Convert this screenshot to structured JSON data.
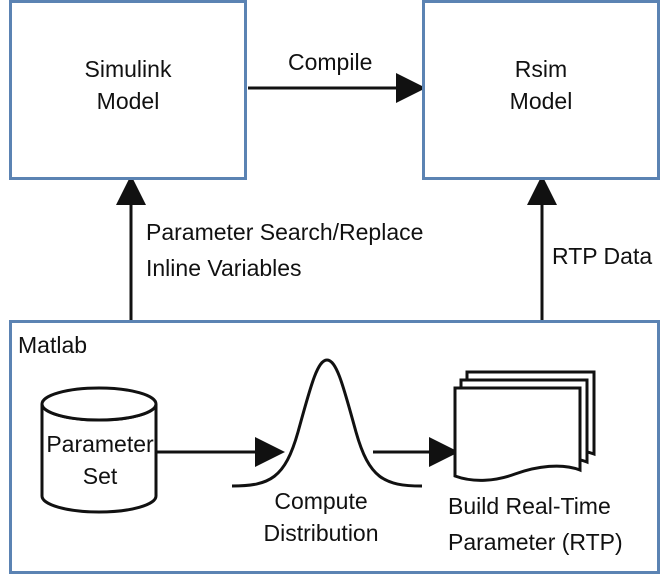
{
  "colors": {
    "box_border": "#5b83b3",
    "stroke": "#111111",
    "background": "#ffffff"
  },
  "nodes": {
    "simulink_model": {
      "line1": "Simulink",
      "line2": "Model"
    },
    "rsim_model": {
      "line1": "Rsim",
      "line2": "Model"
    },
    "matlab": {
      "label": "Matlab"
    },
    "parameter_set": {
      "line1": "Parameter",
      "line2": "Set"
    },
    "compute_distribution": {
      "line1": "Compute",
      "line2": "Distribution"
    },
    "build_rtp": {
      "line1": "Build Real-Time",
      "line2": "Parameter (RTP)"
    }
  },
  "edges": {
    "compile": "Compile",
    "parameter_search_replace": "Parameter Search/Replace",
    "inline_variables": "Inline Variables",
    "rtp_data": "RTP Data"
  },
  "icons": [
    "cylinder-icon",
    "bell-curve-icon",
    "document-stack-icon"
  ]
}
